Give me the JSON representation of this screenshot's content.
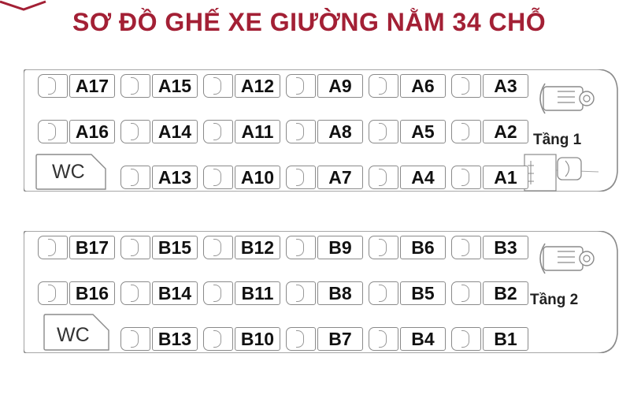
{
  "title": "SƠ ĐỒ GHẾ XE GIƯỜNG NẰM 34 CHỖ",
  "colors": {
    "title": "#a32035",
    "outline": "#8a8a8a"
  },
  "decks": [
    {
      "label": "Tầng 1",
      "wc_label": "WC",
      "rows": [
        [
          "A17",
          "A15",
          "A12",
          "A9",
          "A6",
          "A3"
        ],
        [
          "A16",
          "A14",
          "A11",
          "A8",
          "A5",
          "A2"
        ],
        [
          "A13",
          "A10",
          "A7",
          "A4",
          "A1"
        ]
      ],
      "icons": [
        "steering-wheel-icon",
        "driver-seat-icon",
        "door-icon"
      ]
    },
    {
      "label": "Tầng 2",
      "wc_label": "WC",
      "rows": [
        [
          "B17",
          "B15",
          "B12",
          "B9",
          "B6",
          "B3"
        ],
        [
          "B16",
          "B14",
          "B11",
          "B8",
          "B5",
          "B2"
        ],
        [
          "B13",
          "B10",
          "B7",
          "B4",
          "B1"
        ]
      ],
      "icons": [
        "steering-wheel-icon"
      ]
    }
  ]
}
